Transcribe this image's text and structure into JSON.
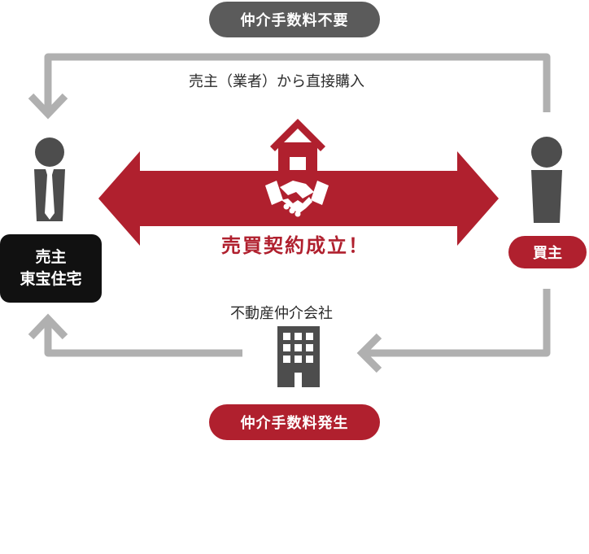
{
  "top_badge": {
    "label": "仲介手数料不要"
  },
  "direct_purchase_label": "売主（業者）から直接購入",
  "contract_label": "売買契約成立！",
  "seller": {
    "line1": "売主",
    "line2": "東宝住宅"
  },
  "buyer": {
    "label": "買主"
  },
  "broker_label": "不動産仲介会社",
  "bottom_badge": {
    "label": "仲介手数料発生"
  },
  "colors": {
    "red": "#b0202e",
    "dark_gray": "#5b5b5b",
    "light_gray": "#b0b0b0",
    "black": "#111111"
  },
  "icons": [
    "person-icon",
    "house-icon",
    "handshake-icon",
    "building-icon",
    "arrow-icon"
  ]
}
